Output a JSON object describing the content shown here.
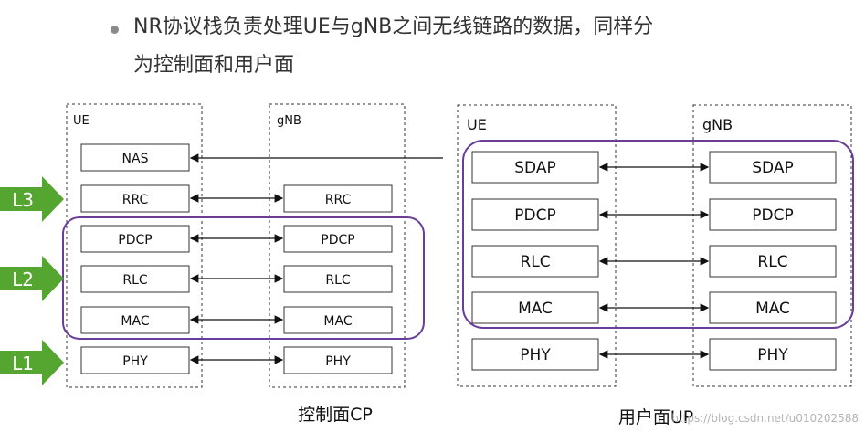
{
  "header": {
    "line1": "NR协议栈负责处理UE与gNB之间无线链路的数据，同样分",
    "line2": "为控制面和用户面"
  },
  "control_plane": {
    "ue_label": "UE",
    "gnb_label": "gNB",
    "ue_stack": [
      "NAS",
      "RRC",
      "PDCP",
      "RLC",
      "MAC",
      "PHY"
    ],
    "gnb_stack": [
      "RRC",
      "PDCP",
      "RLC",
      "MAC",
      "PHY"
    ],
    "caption": "控制面CP"
  },
  "user_plane": {
    "ue_label": "UE",
    "gnb_label": "gNB",
    "ue_stack": [
      "SDAP",
      "PDCP",
      "RLC",
      "MAC",
      "PHY"
    ],
    "gnb_stack": [
      "SDAP",
      "PDCP",
      "RLC",
      "MAC",
      "PHY"
    ],
    "caption": "用户面UP"
  },
  "layers": [
    "L3",
    "L2",
    "L1"
  ],
  "watermark": "https://blog.csdn.net/u010202588",
  "colors": {
    "layer_arrow": "#55a630",
    "group_outline": "#6a3d9a",
    "box_stroke": "#333333"
  }
}
